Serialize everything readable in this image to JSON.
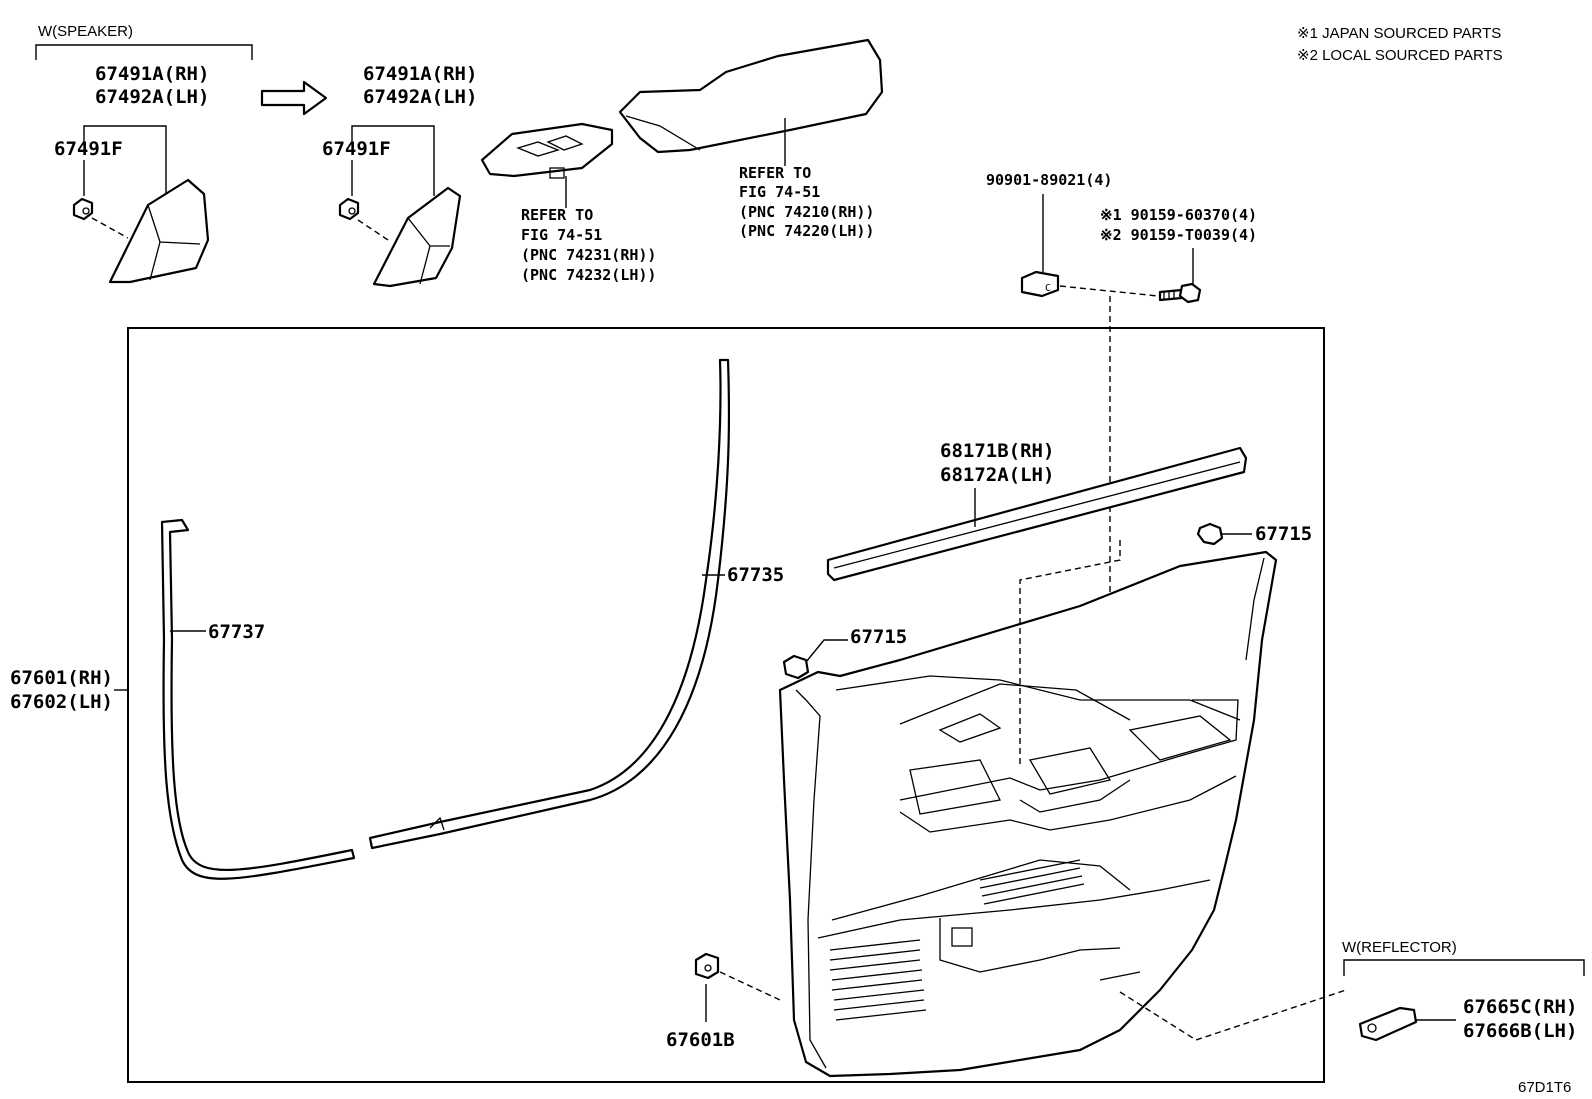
{
  "notes": {
    "japan": "※1  JAPAN SOURCED PARTS",
    "local": "※2  LOCAL SOURCED PARTS"
  },
  "groups": {
    "speaker": "W(SPEAKER)",
    "reflector": "W(REFLECTOR)"
  },
  "parts": {
    "p67491A_rh_1": "67491A(RH)",
    "p67492A_lh_1": "67492A(LH)",
    "p67491F_1": "67491F",
    "p67491A_rh_2": "67491A(RH)",
    "p67492A_lh_2": "67492A(LH)",
    "p67491F_2": "67491F",
    "p90901": "90901-89021(4)",
    "p90159_a": "※1 90159-60370(4)",
    "p90159_b": "※2 90159-T0039(4)",
    "p68171B": "68171B(RH)",
    "p68172A": "68172A(LH)",
    "p67715_a": "67715",
    "p67715_b": "67715",
    "p67735": "67735",
    "p67737": "67737",
    "p67601": "67601(RH)",
    "p67602": "67602(LH)",
    "p67601B": "67601B",
    "p67665C": "67665C(RH)",
    "p67666B": "67666B(LH)"
  },
  "references": {
    "switch": {
      "refer": "REFER TO",
      "fig": "FIG 74-51",
      "pnc_rh": "(PNC 74231(RH))",
      "pnc_lh": "(PNC 74232(LH))"
    },
    "armrest": {
      "refer": "REFER TO",
      "fig": "FIG 74-51",
      "pnc_rh": "(PNC 74210(RH))",
      "pnc_lh": "(PNC 74220(LH))"
    }
  },
  "figure_code": "67D1T6"
}
